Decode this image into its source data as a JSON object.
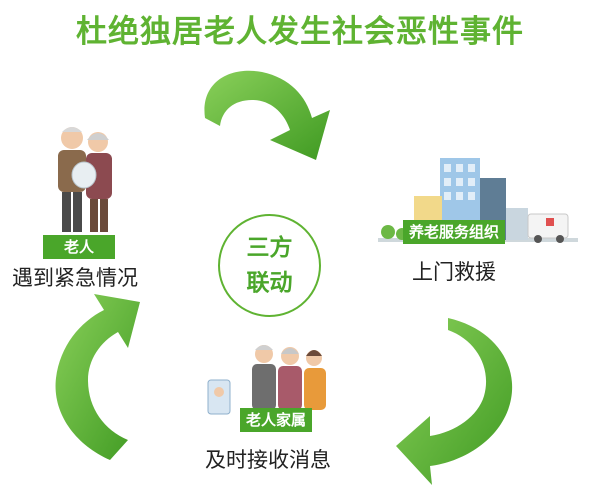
{
  "title": "杜绝独居老人发生社会恶性事件",
  "center": {
    "line1": "三方",
    "line2": "联动"
  },
  "nodes": {
    "elderly": {
      "tag": "老人",
      "caption": "遇到紧急情况"
    },
    "service": {
      "tag": "养老服务组织",
      "caption": "上门救援"
    },
    "family": {
      "tag": "老人家属",
      "caption": "及时接收消息"
    }
  },
  "colors": {
    "title": "#5fb332",
    "arrow": "#4aa62a",
    "arrow_light": "#7cc84a",
    "tag_bg": "#4aa62a"
  },
  "icons": [
    "elderly-couple-illustration",
    "service-buildings-illustration",
    "family-with-phone-illustration",
    "curved-arrow-icon"
  ]
}
